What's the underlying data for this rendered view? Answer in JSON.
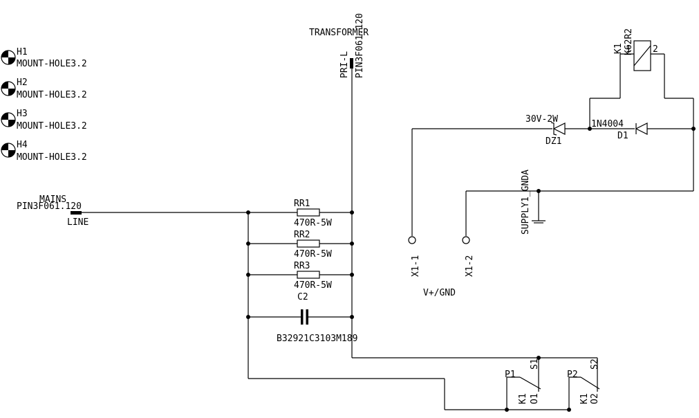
{
  "mount_holes": [
    {
      "ref": "H1",
      "value": "MOUNT-HOLE3.2"
    },
    {
      "ref": "H2",
      "value": "MOUNT-HOLE3.2"
    },
    {
      "ref": "H3",
      "value": "MOUNT-HOLE3.2"
    },
    {
      "ref": "H4",
      "value": "MOUNT-HOLE3.2"
    }
  ],
  "mains": {
    "name": "MAINS",
    "part": "PIN3F061.120",
    "pin": "LINE"
  },
  "transformer": {
    "name": "TRANSFORMER",
    "pin": "PRI-L",
    "part": "PIN3F061.120"
  },
  "resistors": [
    {
      "ref": "RR1",
      "value": "470R-5W"
    },
    {
      "ref": "RR2",
      "value": "470R-5W"
    },
    {
      "ref": "RR3",
      "value": "470R-5W"
    }
  ],
  "capacitor": {
    "ref": "C2",
    "value": "B32921C3103M189"
  },
  "zener": {
    "ref": "DZ1",
    "value": "30V-2W"
  },
  "diode": {
    "ref": "D1",
    "value": "1N4004"
  },
  "relay_coil": {
    "ref": "K1",
    "part": "K62R2",
    "pin1": "1",
    "pin2": "2"
  },
  "ground": {
    "name": "SUPPLY1_GNDA"
  },
  "connector": {
    "pin1": "X1-1",
    "pin2": "X1-2",
    "label": "V+/GND"
  },
  "contacts": [
    {
      "ref": "K1",
      "p": "P1",
      "o": "O1",
      "s": "S1"
    },
    {
      "ref": "K1",
      "p": "P2",
      "o": "O2",
      "s": "S2"
    }
  ]
}
